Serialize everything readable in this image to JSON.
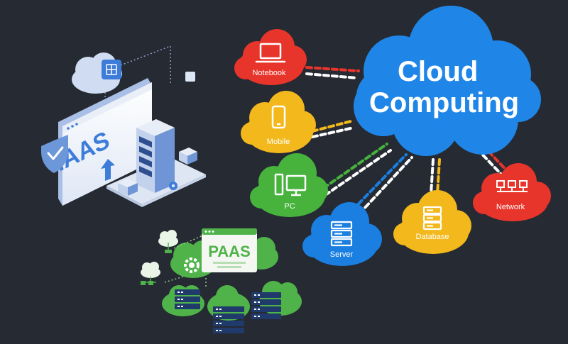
{
  "main_cloud": {
    "line1": "Cloud",
    "line2": "Computing",
    "color": "#1f86e8"
  },
  "nodes": [
    {
      "id": "notebook",
      "label": "Notebook",
      "icon": "laptop-icon",
      "color": "#e8352b"
    },
    {
      "id": "mobile",
      "label": "Mobile",
      "icon": "phone-icon",
      "color": "#f2b81c"
    },
    {
      "id": "pc",
      "label": "PC",
      "icon": "desktop-icon",
      "color": "#47b33d"
    },
    {
      "id": "server",
      "label": "Server",
      "icon": "server-icon",
      "color": "#1a7fe0"
    },
    {
      "id": "database",
      "label": "Database",
      "icon": "database-icon",
      "color": "#f2b81c"
    },
    {
      "id": "network",
      "label": "Network",
      "icon": "network-icon",
      "color": "#e8352b"
    }
  ],
  "iaas": {
    "label": "IAAS",
    "color": "#3d7cd9"
  },
  "paas": {
    "label": "PAAS",
    "color": "#4fb34a"
  }
}
